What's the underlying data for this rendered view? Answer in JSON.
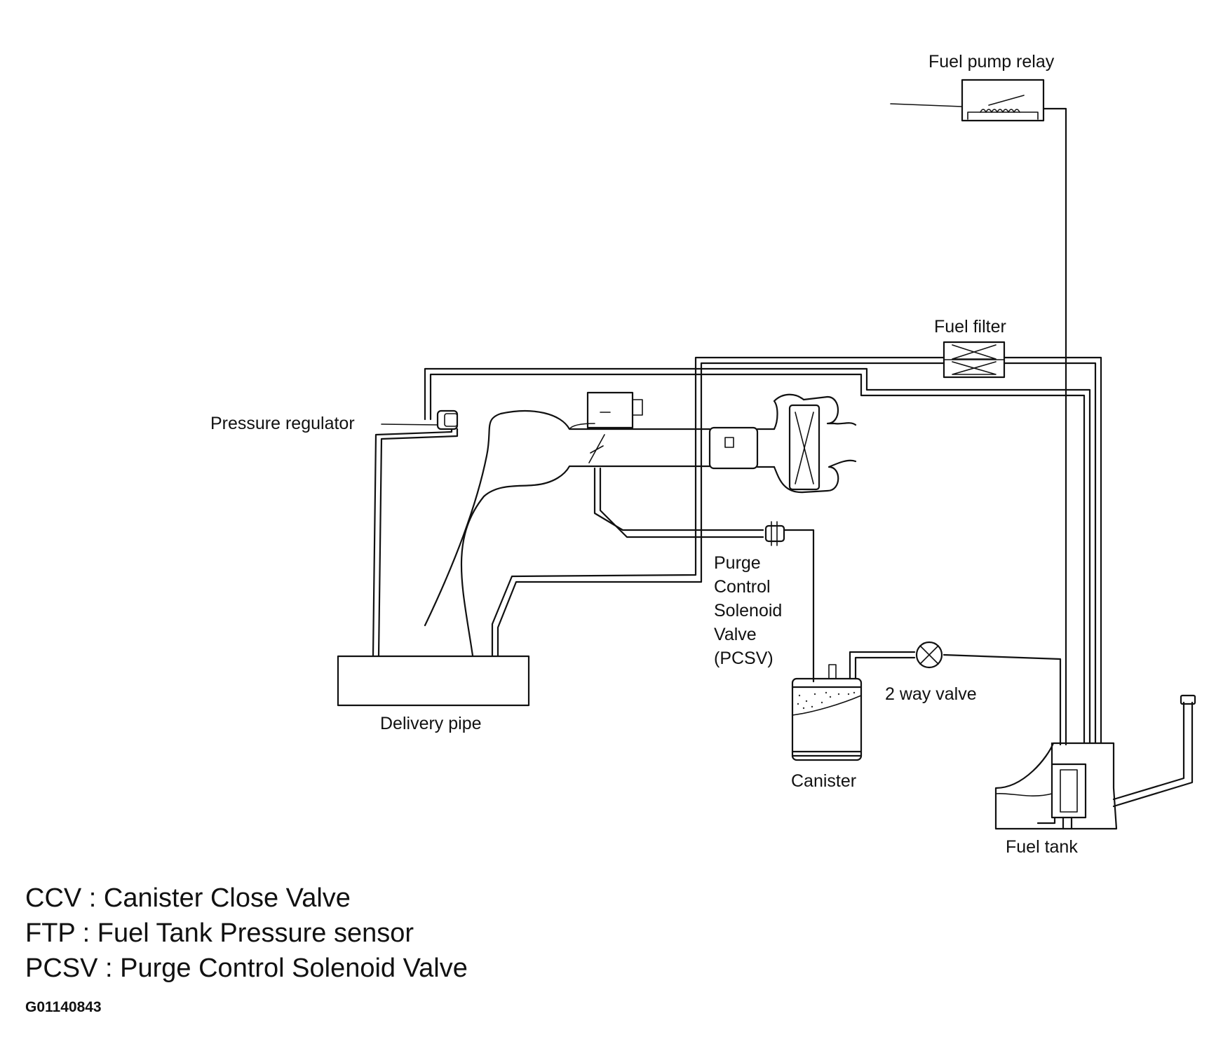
{
  "labels": {
    "fuel_pump_relay": "Fuel pump relay",
    "fuel_filter": "Fuel filter",
    "pressure_regulator": "Pressure regulator",
    "pcsv": [
      "Purge",
      "Control",
      "Solenoid",
      "Valve",
      "(PCSV)"
    ],
    "delivery_pipe": "Delivery pipe",
    "two_way_valve": "2 way valve",
    "canister": "Canister",
    "fuel_tank": "Fuel tank"
  },
  "legend": [
    "CCV : Canister Close Valve",
    "FTP : Fuel Tank Pressure sensor",
    "PCSV : Purge Control Solenoid Valve"
  ],
  "figure_id": "G01140843"
}
